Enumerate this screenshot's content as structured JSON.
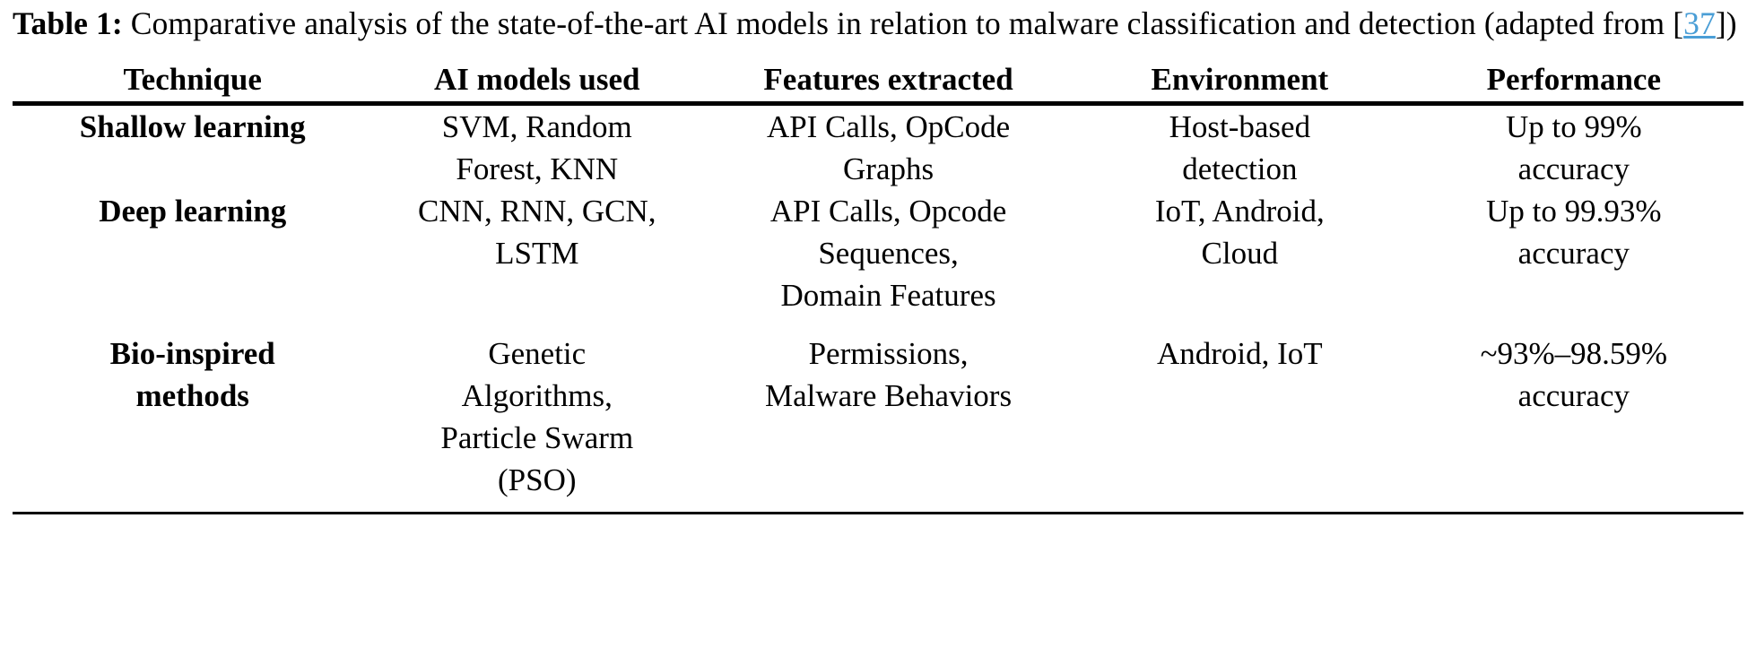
{
  "caption": {
    "label": "Table 1:",
    "text_before_cite": " Comparative analysis of the state-of-the-art AI models in relation to malware classification and detection (adapted from ",
    "bracket_open": "[",
    "citation": "37",
    "bracket_close": "]",
    "text_after_cite": ")",
    "line1": "Table 1: Comparative analysis of the state-of-the-art AI models in relation to malware classification and detection",
    "line2_prefix": "(adapted from ",
    "line2_suffix": ")",
    "cite_color": "#4a9ed6"
  },
  "table": {
    "columns": [
      {
        "key": "technique",
        "label": "Technique"
      },
      {
        "key": "models",
        "label": "AI models used"
      },
      {
        "key": "features",
        "label": "Features extracted"
      },
      {
        "key": "environment",
        "label": "Environment"
      },
      {
        "key": "performance",
        "label": "Performance"
      }
    ],
    "rows": [
      {
        "technique": "Shallow learning",
        "models_lines": [
          "SVM, Random",
          "Forest, KNN"
        ],
        "features_lines": [
          "API Calls, OpCode",
          "Graphs"
        ],
        "environment_lines": [
          "Host-based",
          "detection"
        ],
        "performance_lines": [
          "Up to 99%",
          "accuracy"
        ],
        "models": "SVM, Random Forest, KNN",
        "features": "API Calls, OpCode Graphs",
        "environment": "Host-based detection",
        "performance": "Up to 99% accuracy"
      },
      {
        "technique": "Deep learning",
        "models_lines": [
          "CNN, RNN, GCN,",
          "LSTM"
        ],
        "features_lines": [
          "API Calls, Opcode",
          "Sequences,",
          "Domain Features"
        ],
        "environment_lines": [
          "IoT, Android,",
          "Cloud"
        ],
        "performance_lines": [
          "Up to 99.93%",
          "accuracy"
        ],
        "models": "CNN, RNN, GCN, LSTM",
        "features": "API Calls, Opcode Sequences, Domain Features",
        "environment": "IoT, Android, Cloud",
        "performance": "Up to 99.93% accuracy"
      },
      {
        "technique_lines": [
          "Bio-inspired",
          "methods"
        ],
        "technique": "Bio-inspired methods",
        "models_lines": [
          "Genetic",
          "Algorithms,",
          "Particle Swarm",
          "(PSO)"
        ],
        "features_lines": [
          "Permissions,",
          "Malware Behaviors"
        ],
        "environment_lines": [
          "Android, IoT"
        ],
        "performance_lines": [
          "~93%–98.59%",
          "accuracy"
        ],
        "models": "Genetic Algorithms, Particle Swarm (PSO)",
        "features": "Permissions, Malware Behaviors",
        "environment": "Android, IoT",
        "performance": "~93%–98.59% accuracy"
      }
    ]
  }
}
